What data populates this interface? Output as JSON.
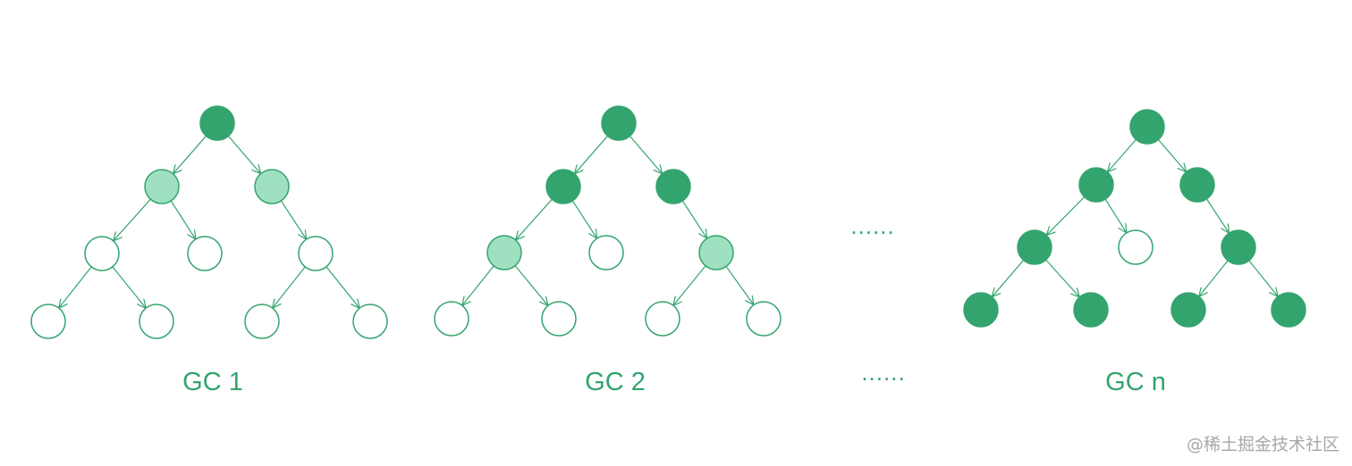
{
  "colors": {
    "accent": "#34a46f",
    "light_fill": "#9fe0c0",
    "empty_fill": "#ffffff"
  },
  "trees": [
    {
      "label": "GC 1",
      "nodes": [
        {
          "id": "root",
          "state": "full"
        },
        {
          "id": "L",
          "state": "light"
        },
        {
          "id": "R",
          "state": "light"
        },
        {
          "id": "LL",
          "state": "empty"
        },
        {
          "id": "LR",
          "state": "empty"
        },
        {
          "id": "RL",
          "state": "empty"
        },
        {
          "id": "LLL",
          "state": "empty"
        },
        {
          "id": "LLR",
          "state": "empty"
        },
        {
          "id": "RLL",
          "state": "empty"
        },
        {
          "id": "RLR",
          "state": "empty"
        }
      ]
    },
    {
      "label": "GC 2",
      "nodes": [
        {
          "id": "root",
          "state": "full"
        },
        {
          "id": "L",
          "state": "full"
        },
        {
          "id": "R",
          "state": "full"
        },
        {
          "id": "LL",
          "state": "light"
        },
        {
          "id": "LR",
          "state": "empty"
        },
        {
          "id": "RL",
          "state": "light"
        },
        {
          "id": "LLL",
          "state": "empty"
        },
        {
          "id": "LLR",
          "state": "empty"
        },
        {
          "id": "RLL",
          "state": "empty"
        },
        {
          "id": "RLR",
          "state": "empty"
        }
      ]
    },
    {
      "label": "GC n",
      "nodes": [
        {
          "id": "root",
          "state": "full"
        },
        {
          "id": "L",
          "state": "full"
        },
        {
          "id": "R",
          "state": "full"
        },
        {
          "id": "LL",
          "state": "full"
        },
        {
          "id": "LR",
          "state": "empty"
        },
        {
          "id": "RL",
          "state": "full"
        },
        {
          "id": "LLL",
          "state": "full"
        },
        {
          "id": "LLR",
          "state": "full"
        },
        {
          "id": "RLL",
          "state": "full"
        },
        {
          "id": "RLR",
          "state": "full"
        }
      ]
    }
  ],
  "ellipsis": {
    "upper": "......",
    "lower": "......"
  },
  "watermark": "@稀土掘金技术社区"
}
